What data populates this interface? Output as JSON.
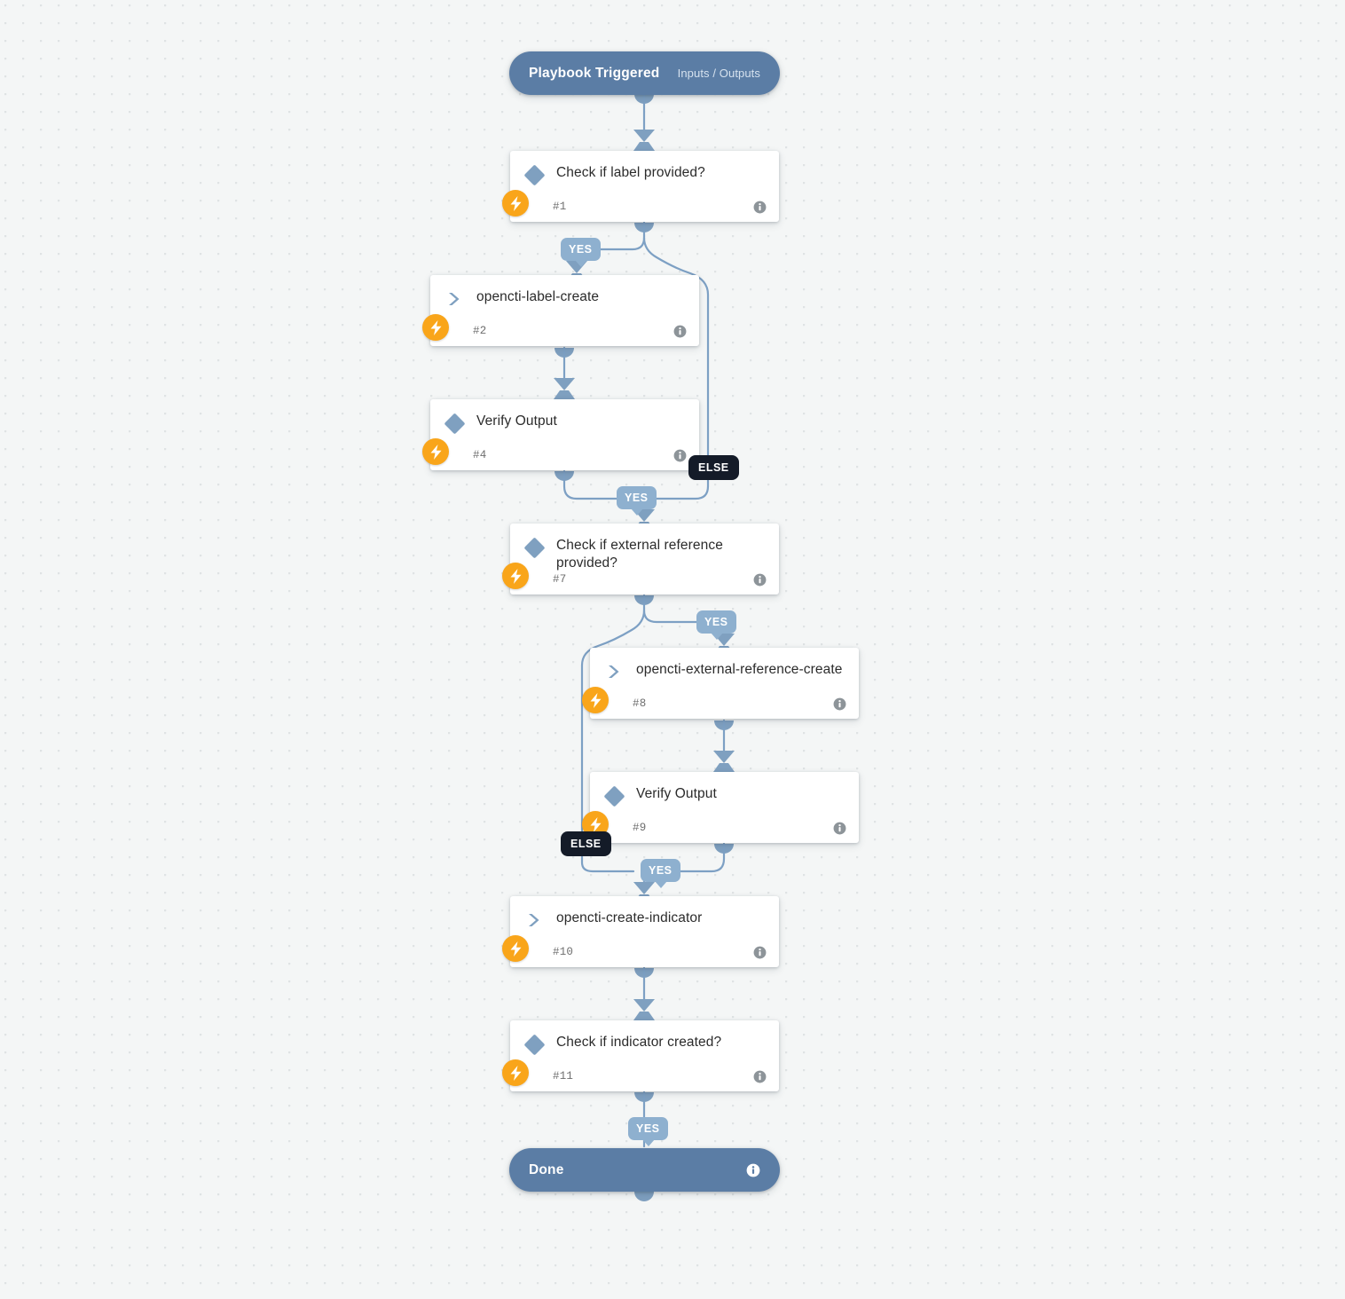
{
  "canvas": {
    "background_color": "#f4f6f6",
    "grid_dot_color": "#dfe3e4",
    "edge_color": "#7da0c4"
  },
  "theme": {
    "pill_color": "#5b7da5",
    "diamond_color": "#7fa0c0",
    "bolt_color": "#f9a51a",
    "yes_badge_color": "#8eb0cf",
    "else_badge_color": "#141b28",
    "card_color": "#ffffff",
    "title_text_color": "#2b2b2b",
    "step_id_color": "#6e6e6e"
  },
  "start_node": {
    "title": "Playbook Triggered",
    "right_label": "Inputs / Outputs",
    "icon": "none"
  },
  "end_node": {
    "title": "Done",
    "icon": "info-icon"
  },
  "nodes": [
    {
      "id": "n1",
      "title": "Check if label provided?",
      "step": "#1",
      "icon": "diamond-icon",
      "badge": "bolt-icon",
      "info": "info-icon"
    },
    {
      "id": "n2",
      "title": "opencti-label-create",
      "step": "#2",
      "icon": "chevron-right-icon",
      "badge": "bolt-icon",
      "info": "info-icon"
    },
    {
      "id": "n4",
      "title": "Verify Output",
      "step": "#4",
      "icon": "diamond-icon",
      "badge": "bolt-icon",
      "info": "info-icon"
    },
    {
      "id": "n7",
      "title": "Check if external reference provided?",
      "step": "#7",
      "icon": "diamond-icon",
      "badge": "bolt-icon",
      "info": "info-icon"
    },
    {
      "id": "n8",
      "title": "opencti-external-reference-create",
      "step": "#8",
      "icon": "chevron-right-icon",
      "badge": "bolt-icon",
      "info": "info-icon"
    },
    {
      "id": "n9",
      "title": "Verify Output",
      "step": "#9",
      "icon": "diamond-icon",
      "badge": "bolt-icon",
      "info": "info-icon"
    },
    {
      "id": "n10",
      "title": "opencti-create-indicator",
      "step": "#10",
      "icon": "chevron-right-icon",
      "badge": "bolt-icon",
      "info": "info-icon"
    },
    {
      "id": "n11",
      "title": "Check if indicator created?",
      "step": "#11",
      "icon": "diamond-icon",
      "badge": "bolt-icon",
      "info": "info-icon"
    }
  ],
  "branch_labels": [
    {
      "id": "yes1",
      "text": "YES",
      "kind": "yes",
      "from": "#1"
    },
    {
      "id": "else1",
      "text": "ELSE",
      "kind": "else",
      "from": "#1"
    },
    {
      "id": "yes2",
      "text": "YES",
      "kind": "yes",
      "from": "#4"
    },
    {
      "id": "yes3",
      "text": "YES",
      "kind": "yes",
      "from": "#7"
    },
    {
      "id": "else2",
      "text": "ELSE",
      "kind": "else",
      "from": "#7"
    },
    {
      "id": "yes4",
      "text": "YES",
      "kind": "yes",
      "from": "#9"
    },
    {
      "id": "yes5",
      "text": "YES",
      "kind": "yes",
      "from": "#11"
    }
  ]
}
